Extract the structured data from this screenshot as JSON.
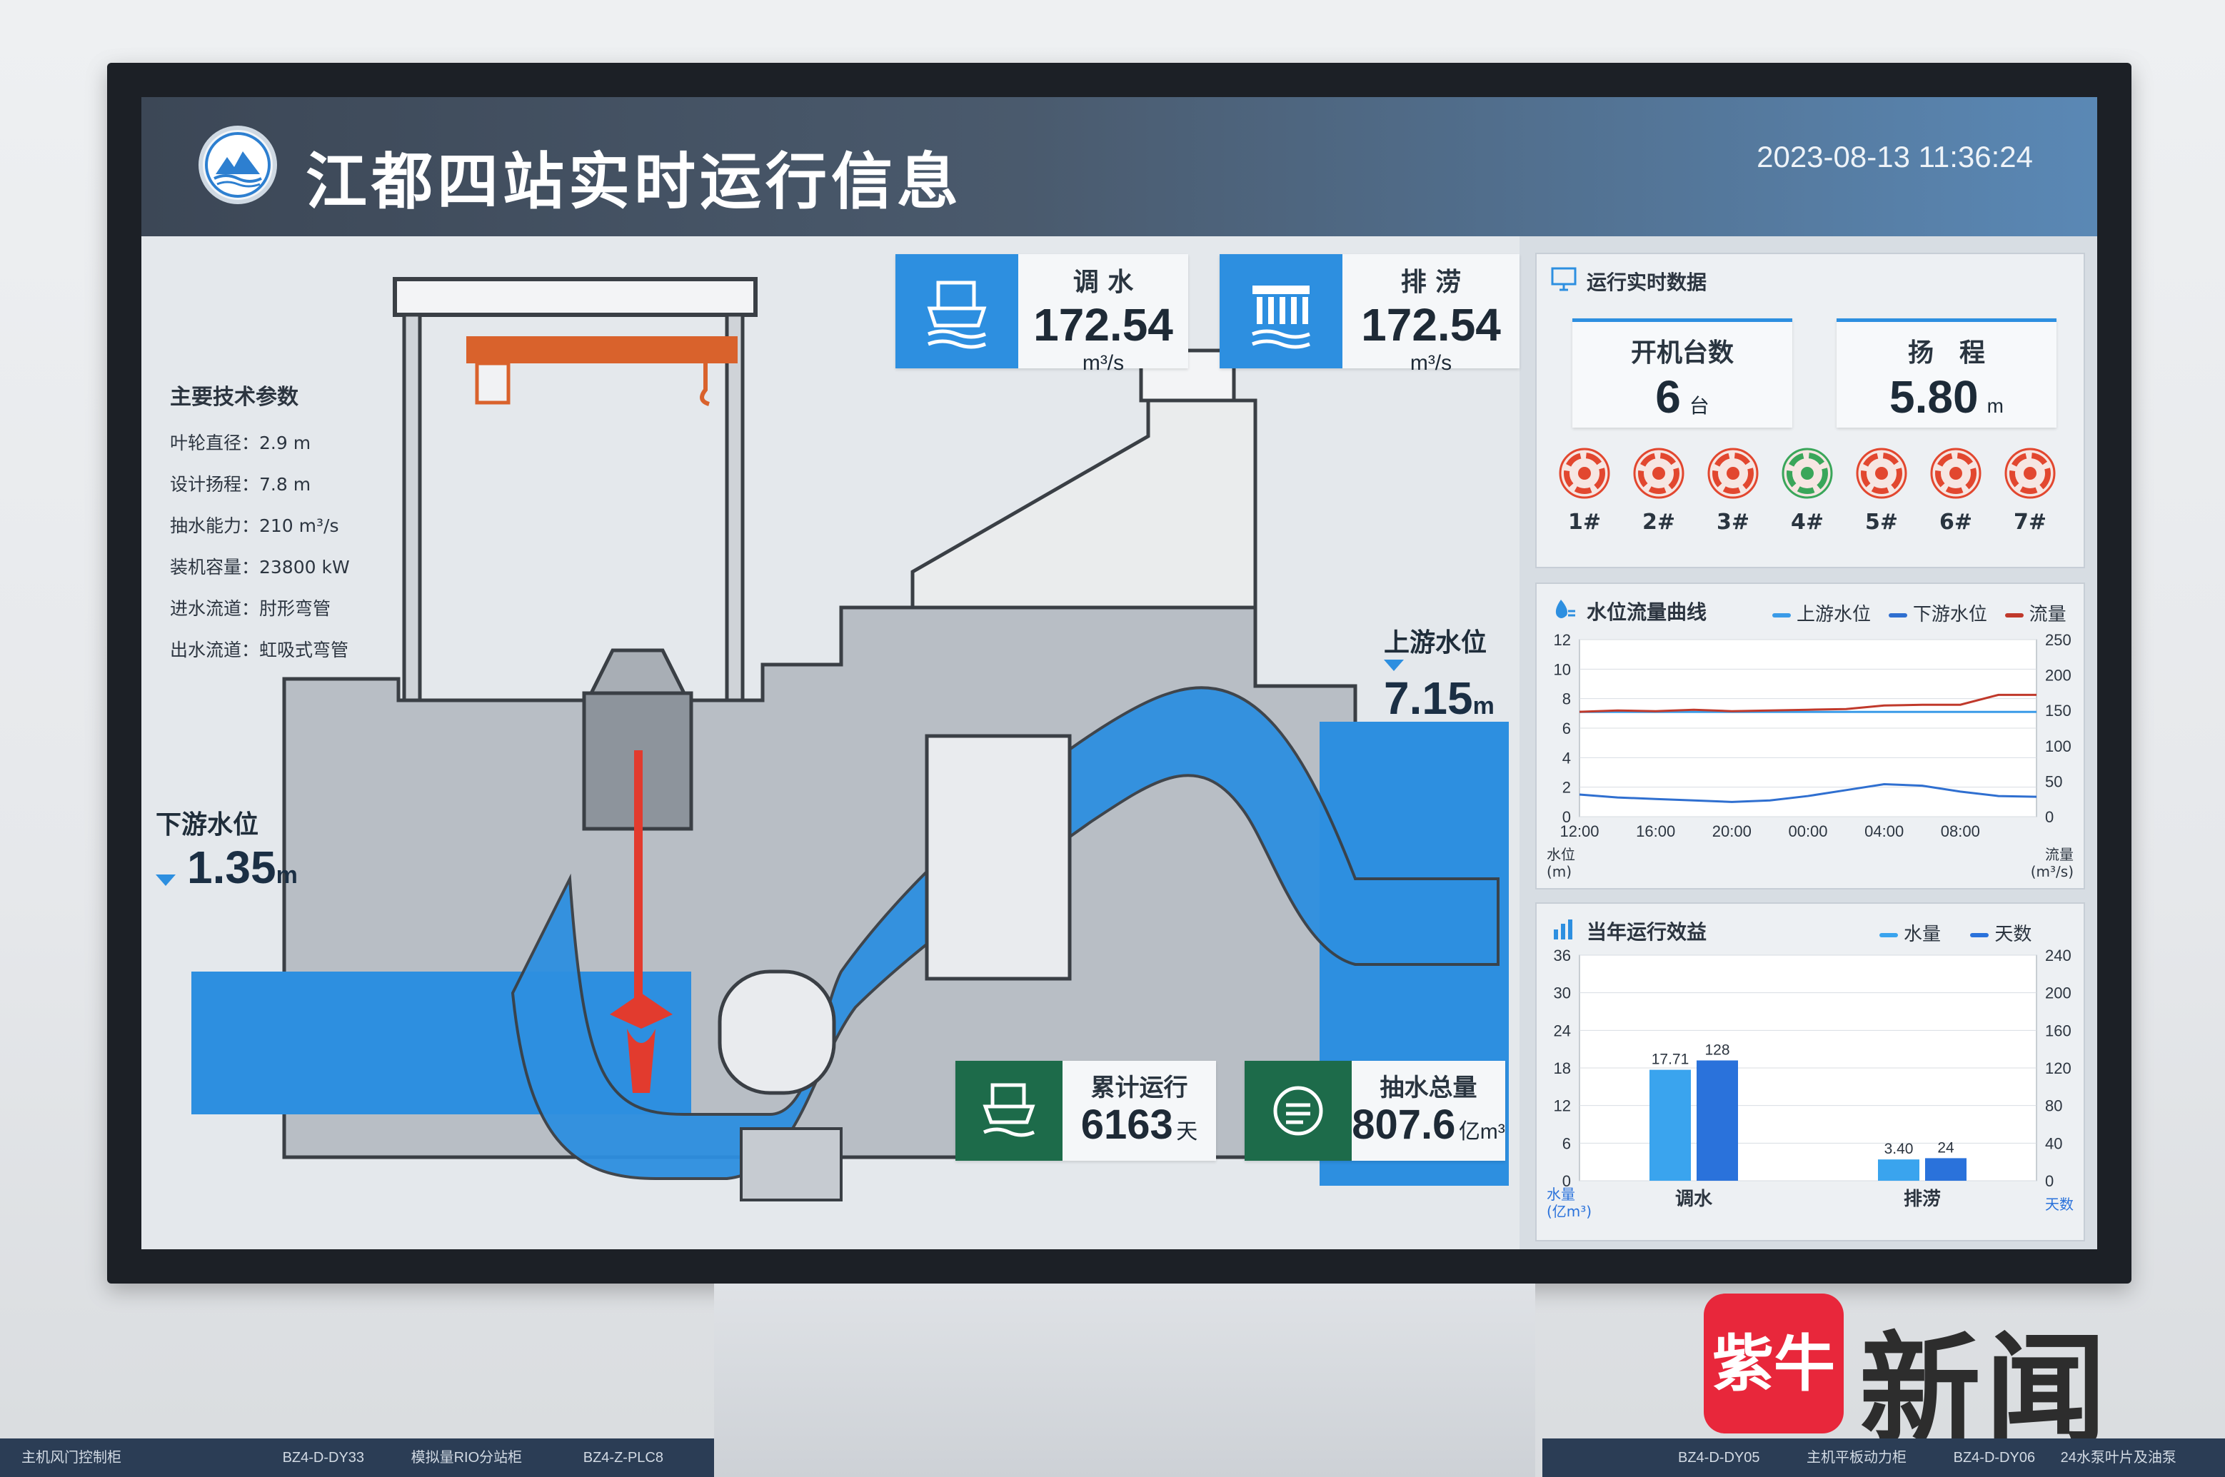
{
  "header": {
    "title": "江都四站实时运行信息",
    "datetime": "2023-08-13 11:36:24"
  },
  "params": {
    "heading": "主要技术参数",
    "items": [
      "叶轮直径：2.9 m",
      "设计扬程：7.8 m",
      "抽水能力：210 m³/s",
      "装机容量：23800 kW",
      "进水流道：肘形弯管",
      "出水流道：虹吸式弯管"
    ]
  },
  "levels": {
    "downstream_label": "下游水位",
    "downstream_value": "1.35",
    "upstream_label": "上游水位",
    "upstream_value": "7.15",
    "unit": "m"
  },
  "metrics": {
    "diversion": {
      "label": "调 水",
      "value": "172.54",
      "unit": "m³/s",
      "icon": "pump-station-icon"
    },
    "drainage": {
      "label": "排 涝",
      "value": "172.54",
      "unit": "m³/s",
      "icon": "sluice-gate-icon"
    },
    "cumulative": {
      "label": "累计运行",
      "value": "6163",
      "unit": "天",
      "icon": "pump-station-icon"
    },
    "total_pumped": {
      "label": "抽水总量",
      "value": "807.6",
      "unit": "亿m³",
      "icon": "water-volume-icon"
    }
  },
  "realtime": {
    "title": "运行实时数据",
    "units_running_label": "开机台数",
    "units_running_value": "6",
    "units_running_unit": "台",
    "head_label": "扬　程",
    "head_value": "5.80",
    "head_unit": "m",
    "units": [
      {
        "label": "1#",
        "state": "running"
      },
      {
        "label": "2#",
        "state": "running"
      },
      {
        "label": "3#",
        "state": "running"
      },
      {
        "label": "4#",
        "state": "stopped"
      },
      {
        "label": "5#",
        "state": "running"
      },
      {
        "label": "6#",
        "state": "running"
      },
      {
        "label": "7#",
        "state": "running"
      }
    ],
    "colors": {
      "running": "#e2472f",
      "stopped": "#3aa65a"
    }
  },
  "line_chart": {
    "title": "水位流量曲线",
    "legend": [
      "上游水位",
      "下游水位",
      "流量"
    ],
    "y_left_label": "水位\n(m)",
    "y_right_label": "流量\n(m³/s)",
    "y_left_label_l1": "水位",
    "y_left_label_l2": "(m)",
    "y_right_label_l1": "流量",
    "y_right_label_l2": "(m³/s)",
    "x_ticks": [
      "12:00",
      "16:00",
      "20:00",
      "00:00",
      "04:00",
      "08:00"
    ],
    "y_left_ticks": [
      "0",
      "2",
      "4",
      "6",
      "8",
      "10",
      "12"
    ],
    "y_right_ticks": [
      "0",
      "50",
      "100",
      "150",
      "200",
      "250"
    ]
  },
  "bar_chart": {
    "title": "当年运行效益",
    "legend": [
      "水量",
      "天数"
    ],
    "y_left_label_l1": "水量",
    "y_left_label_l2": "(亿m³)",
    "y_right_label": "天数",
    "y_left_ticks": [
      "0",
      "6",
      "12",
      "18",
      "24",
      "30",
      "36"
    ],
    "y_right_ticks": [
      "0",
      "40",
      "80",
      "120",
      "160",
      "200",
      "240"
    ],
    "categories": [
      "调水",
      "排涝"
    ],
    "data_labels": [
      "17.71",
      "128",
      "3.40",
      "24"
    ]
  },
  "chart_data": [
    {
      "type": "line",
      "title": "水位流量曲线",
      "x": [
        "12:00",
        "14:00",
        "16:00",
        "18:00",
        "20:00",
        "22:00",
        "00:00",
        "02:00",
        "04:00",
        "06:00",
        "08:00",
        "10:00",
        "11:36"
      ],
      "series": [
        {
          "name": "上游水位",
          "axis": "left",
          "values": [
            7.1,
            7.1,
            7.1,
            7.1,
            7.1,
            7.1,
            7.1,
            7.1,
            7.1,
            7.1,
            7.1,
            7.1,
            7.1
          ]
        },
        {
          "name": "下游水位",
          "axis": "left",
          "values": [
            1.5,
            1.3,
            1.2,
            1.1,
            1.0,
            1.1,
            1.4,
            1.8,
            2.2,
            2.1,
            1.7,
            1.4,
            1.35
          ]
        },
        {
          "name": "流量",
          "axis": "right",
          "values": [
            148,
            150,
            149,
            151,
            149,
            150,
            151,
            152,
            157,
            158,
            158,
            172,
            172
          ]
        }
      ],
      "ylim_left": [
        0,
        12
      ],
      "ylim_right": [
        0,
        250
      ],
      "colors": {
        "上游水位": "#3a9be8",
        "下游水位": "#2f6fd0",
        "流量": "#c0392b"
      }
    },
    {
      "type": "bar",
      "title": "当年运行效益",
      "categories": [
        "调水",
        "排涝"
      ],
      "series": [
        {
          "name": "水量",
          "axis": "left",
          "values": [
            17.71,
            3.4
          ],
          "color": "#3aa4ee"
        },
        {
          "name": "天数",
          "axis": "right",
          "values": [
            128,
            24
          ],
          "color": "#2a72db"
        }
      ],
      "ylim_left": [
        0,
        36
      ],
      "ylim_right": [
        0,
        240
      ]
    }
  ],
  "watermark": {
    "badge": "紫牛",
    "text": "新闻"
  },
  "cabinets": [
    "主机风门控制柜",
    "BZ4-D-DY33",
    "模拟量RIO分站柜",
    "BZ4-Z-PLC8",
    "BZ4-D-DY05",
    "主机平板动力柜",
    "BZ4-D-DY06",
    "24水泵叶片及油泵"
  ]
}
